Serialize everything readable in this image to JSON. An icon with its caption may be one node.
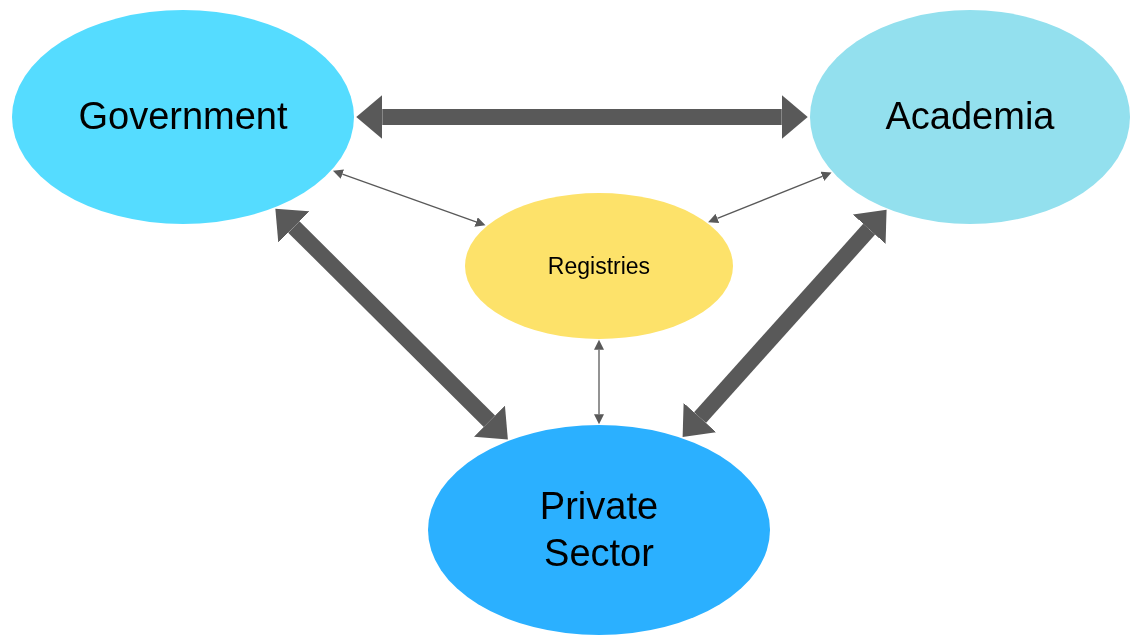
{
  "diagram": {
    "nodes": [
      {
        "text": [
          "Government"
        ]
      },
      {
        "text": [
          "Academia"
        ]
      },
      {
        "text": [
          "Registries"
        ]
      },
      {
        "text": [
          "Private Sector"
        ]
      }
    ],
    "edges": [
      {
        "from": 0,
        "to": 1,
        "arrow": "both",
        "style": "thick"
      },
      {
        "from": 0,
        "to": 3,
        "arrow": "both",
        "style": "thick"
      },
      {
        "from": 1,
        "to": 3,
        "arrow": "both",
        "style": "thick"
      },
      {
        "from": 0,
        "to": 2,
        "arrow": "both"
      },
      {
        "from": 1,
        "to": 2,
        "arrow": "both"
      },
      {
        "from": 2,
        "to": 3,
        "arrow": "both"
      }
    ]
  }
}
